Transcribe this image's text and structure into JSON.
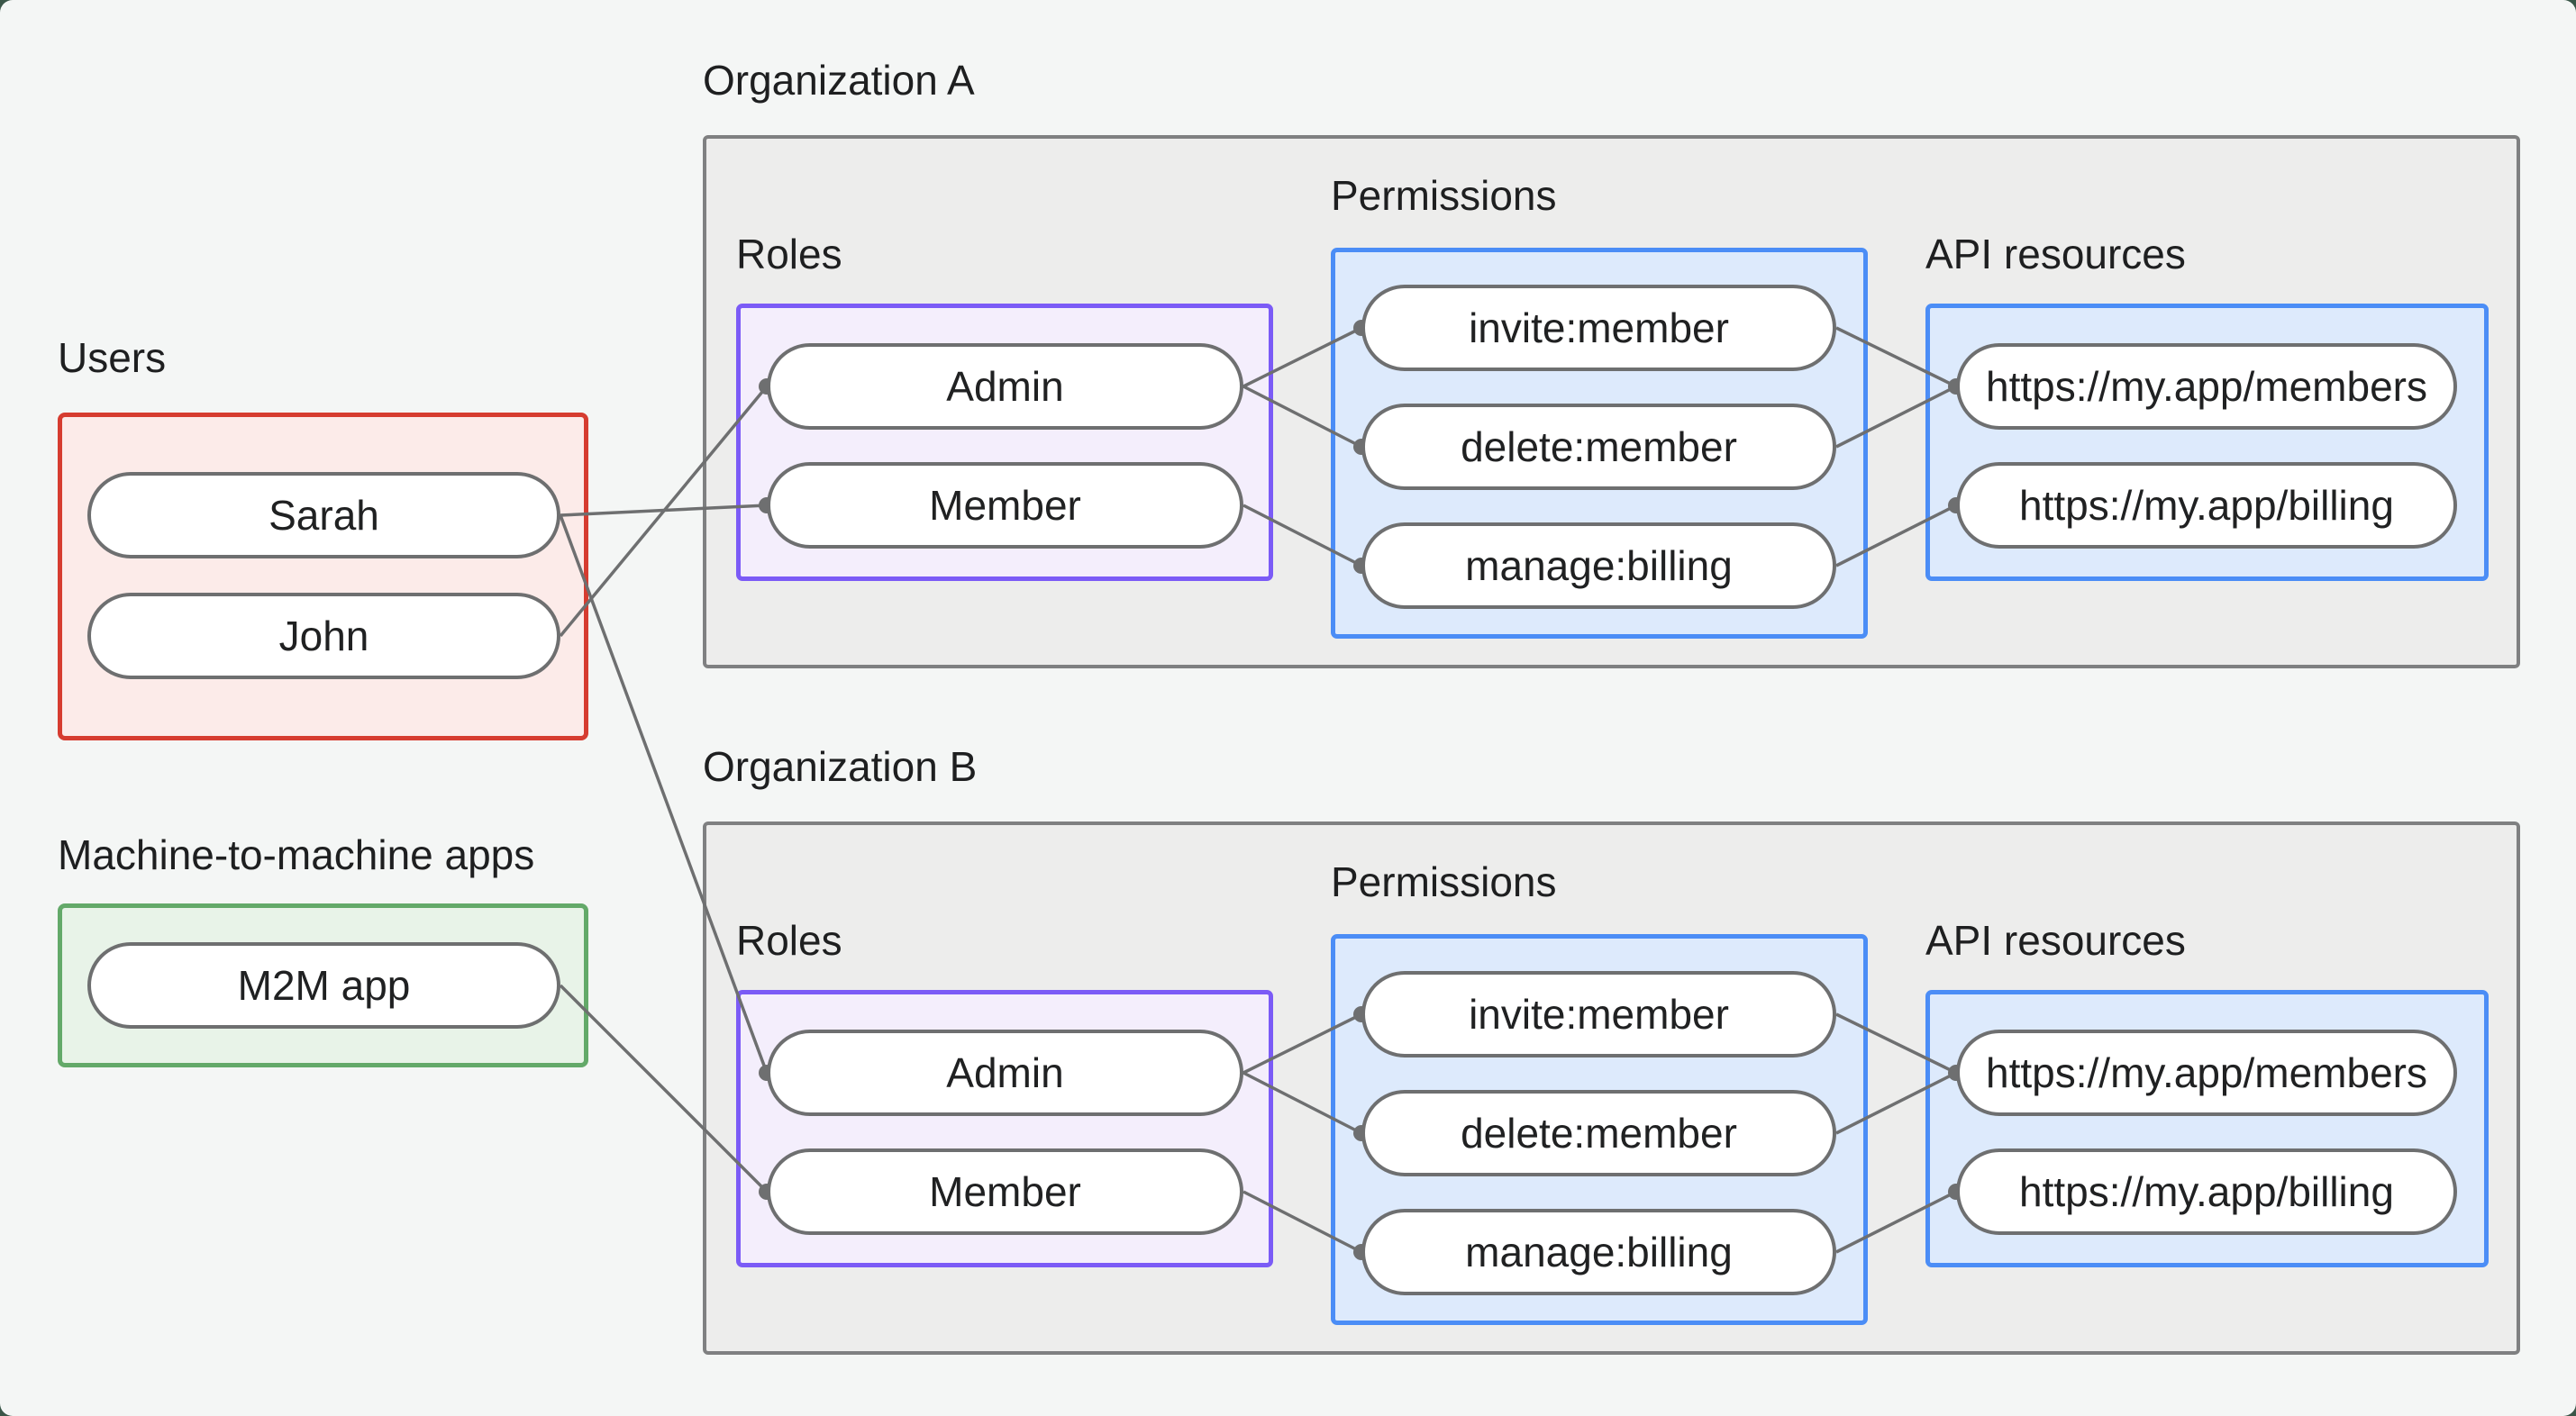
{
  "users": {
    "label": "Users",
    "items": [
      "Sarah",
      "John"
    ]
  },
  "m2m": {
    "label": "Machine-to-machine apps",
    "items": [
      "M2M app"
    ]
  },
  "orgs": [
    {
      "title": "Organization A",
      "roles": {
        "label": "Roles",
        "items": [
          "Admin",
          "Member"
        ]
      },
      "permissions": {
        "label": "Permissions",
        "items": [
          "invite:member",
          "delete:member",
          "manage:billing"
        ]
      },
      "api_resources": {
        "label": "API resources",
        "items": [
          "https://my.app/members",
          "https://my.app/billing"
        ]
      }
    },
    {
      "title": "Organization B",
      "roles": {
        "label": "Roles",
        "items": [
          "Admin",
          "Member"
        ]
      },
      "permissions": {
        "label": "Permissions",
        "items": [
          "invite:member",
          "delete:member",
          "manage:billing"
        ]
      },
      "api_resources": {
        "label": "API resources",
        "items": [
          "https://my.app/members",
          "https://my.app/billing"
        ]
      }
    }
  ],
  "edges": [
    {
      "from": "Sarah",
      "to": "Organization A / Member"
    },
    {
      "from": "John",
      "to": "Organization A / Admin"
    },
    {
      "from": "Sarah",
      "to": "Organization B / Admin"
    },
    {
      "from": "M2M app",
      "to": "Organization B / Member"
    },
    {
      "from": "Organization A / Admin",
      "to": "Organization A / invite:member"
    },
    {
      "from": "Organization A / Admin",
      "to": "Organization A / delete:member"
    },
    {
      "from": "Organization A / Member",
      "to": "Organization A / manage:billing"
    },
    {
      "from": "Organization A / invite:member",
      "to": "Organization A / https://my.app/members"
    },
    {
      "from": "Organization A / delete:member",
      "to": "Organization A / https://my.app/members"
    },
    {
      "from": "Organization A / manage:billing",
      "to": "Organization A / https://my.app/billing"
    },
    {
      "from": "Organization B / Admin",
      "to": "Organization B / invite:member"
    },
    {
      "from": "Organization B / Admin",
      "to": "Organization B / delete:member"
    },
    {
      "from": "Organization B / Member",
      "to": "Organization B / manage:billing"
    },
    {
      "from": "Organization B / invite:member",
      "to": "Organization B / https://my.app/members"
    },
    {
      "from": "Organization B / delete:member",
      "to": "Organization B / https://my.app/members"
    },
    {
      "from": "Organization B / manage:billing",
      "to": "Organization B / https://my.app/billing"
    }
  ],
  "colors": {
    "canvas_bg": "#f4f6f5",
    "page_behind": "#3a5648",
    "org_box_fill": "#ededec",
    "org_box_border": "#7f8081",
    "users_fill": "#fcebe9",
    "users_border": "#d63c30",
    "m2m_fill": "#e8f3e8",
    "m2m_border": "#63a969",
    "roles_fill": "#f4eefc",
    "roles_border": "#7b5bf6",
    "permissions_fill": "#ddeafc",
    "permissions_border": "#4b8df6",
    "pill_fill": "#ffffff",
    "pill_border": "#6e6f70",
    "wire": "#6e6f70",
    "text": "#202122"
  }
}
